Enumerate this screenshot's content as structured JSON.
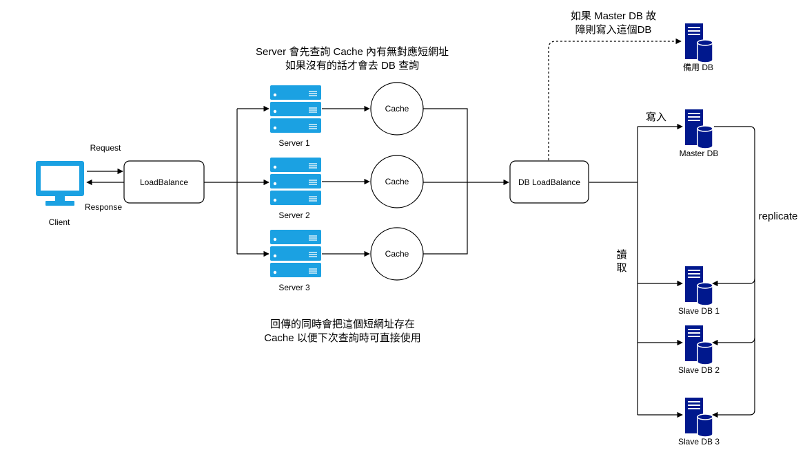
{
  "nodes": {
    "client": "Client",
    "loadbalance": "LoadBalance",
    "server1": "Server 1",
    "server2": "Server 2",
    "server3": "Server 3",
    "cache1": "Cache",
    "cache2": "Cache",
    "cache3": "Cache",
    "db_loadbalance": "DB LoadBalance",
    "backup_db": "備用 DB",
    "master_db": "Master DB",
    "slave_db1": "Slave DB 1",
    "slave_db2": "Slave DB 2",
    "slave_db3": "Slave DB 3"
  },
  "labels": {
    "request": "Request",
    "response": "Response",
    "write": "寫入",
    "read_line1": "讀",
    "read_line2": "取",
    "replicate": "replicate"
  },
  "notes": {
    "cache_check_line1": "Server 會先查詢 Cache 內有無對應短網址",
    "cache_check_line2": "如果沒有的話才會去 DB 查詢",
    "store_line1": "回傳的同時會把這個短網址存在",
    "store_line2": "Cache 以便下次查詢時可直接使用",
    "failover_line1": "如果 Master DB 故",
    "failover_line2": "障則寫入這個DB"
  },
  "colors": {
    "server_blue": "#1BA1E2",
    "db_navy": "#00188D",
    "monitor_blue": "#1BA1E2"
  }
}
